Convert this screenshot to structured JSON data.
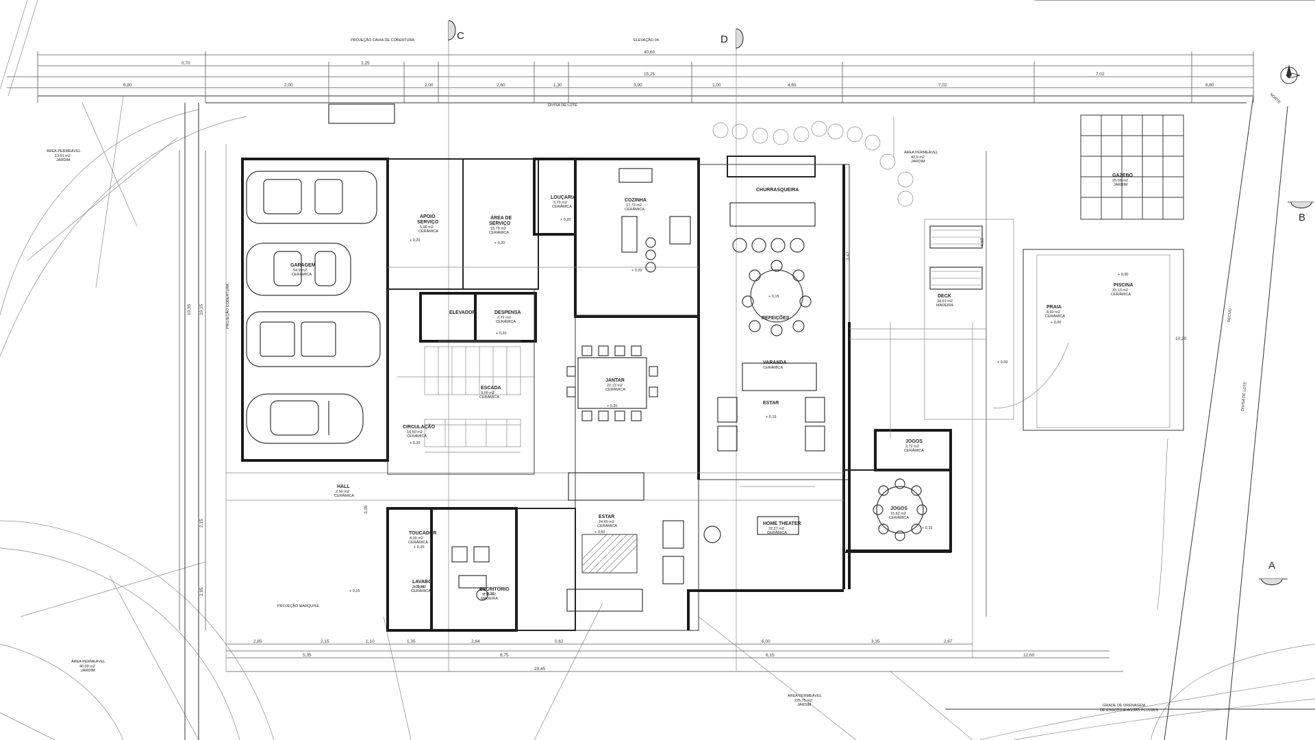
{
  "drawing": {
    "sections": {
      "c": "C",
      "d": "D",
      "a": "A",
      "b": "B"
    },
    "north_label": "NORTE",
    "top_notes": {
      "projection": "PROJEÇÃO CAIXA DE COBERTURA",
      "elevation": "ELEVAÇÃO 04",
      "lot_boundary": "DIVISA DE LOTE"
    },
    "rooms": {
      "garagem": [
        "GARAGEM",
        "54,9 m2",
        "CERÂMICA"
      ],
      "apoio_servico": [
        "APOIO",
        "SERVIÇO",
        "5,90 m2",
        "CERÂMICA"
      ],
      "area_servico": [
        "ÁREA DE",
        "SERVIÇO",
        "15,70 m2",
        "CERÂMICA"
      ],
      "loucaria": [
        "LOUÇARIA",
        "3,70 m2",
        "CERÂMICA"
      ],
      "cozinha": [
        "COZINHA",
        "17,73 m2",
        "CERÂMICA"
      ],
      "churrasqueira": "CHURRASQUEIRA",
      "area_permeavel_top": [
        "ÁREA PERMEÁVEL",
        "42,9 m2",
        "JARDIM"
      ],
      "gazebo": [
        "GAZEBO",
        "25,06 m2",
        "JARDIM"
      ],
      "deck": [
        "DECK",
        "34,91 m2",
        "MADEIRA"
      ],
      "piscina": [
        "PISCINA",
        "33,13 m2",
        "CERÂMICA"
      ],
      "praia": [
        "PRAIA",
        "8,60 m2",
        "CERÂMICA"
      ],
      "elevador": "ELEVADOR",
      "despensa": [
        "DESPENSA",
        "2,72 m2",
        "CERÂMICA"
      ],
      "refeicoes": "REFEIÇÕES",
      "varanda": [
        "VARANDA",
        "CERÂMICA"
      ],
      "jantar": [
        "JANTAR",
        "22,13 m2",
        "CERÂMICA"
      ],
      "estar_main": "ESTAR",
      "escada": [
        "ESCADA",
        "9,00 m2",
        "CERÂMICA"
      ],
      "circulacao": [
        "CIRCULAÇÃO",
        "14,50 m2",
        "CERÂMICA"
      ],
      "jogos_wc": [
        "JOGOS",
        "2,72 m2",
        "CERÂMICA"
      ],
      "jogos": [
        "JOGOS",
        "15,62 m2",
        "CERÂMICA"
      ],
      "home_theater": [
        "HOME THEATER",
        "22,27 m2",
        "CERÂMICA"
      ],
      "estar_lower": [
        "ESTAR",
        "24,60 m2",
        "CERÂMICA"
      ],
      "toucador": [
        "TOUCADOR",
        "4,00 m2",
        "CERÂMICA"
      ],
      "lavabo": [
        "LAVABO",
        "2,00 m2",
        "CERÂMICA"
      ],
      "escritorio": [
        "ESCRITÓRIO",
        "9,15 m2",
        "MADEIRA"
      ],
      "hall": [
        "HALL",
        "2,50 m2",
        "CERÂMICA"
      ],
      "area_permeavel_left": [
        "ÁREA PERMEÁVEL",
        "13,51 m2",
        "JARDIM"
      ],
      "area_permeavel_bottom_left": [
        "ÁREA PERMEÁVEL",
        "40,00 m2",
        "JARDIM"
      ],
      "area_permeavel_bottom": [
        "ÁREA PERMEÁVEL",
        "225,75 m2",
        "JARDIM"
      ]
    },
    "levels": {
      "l1": "+ 0,00",
      "l2": "+ 0,15",
      "l3": "+ 0,20",
      "l4": "+ 0,50"
    },
    "dimensions": {
      "top_total": "40,60",
      "top_row1": [
        "0,70",
        "2,25",
        "15,25",
        "7,02"
      ],
      "top_row2": [
        "6,80",
        "2,00",
        "2,00",
        "2,60",
        "1,30",
        "3,90",
        "1,00",
        "4,65",
        "7,02",
        "6,80"
      ],
      "bottom_total": "29,45",
      "bottom_row1": [
        "2,85",
        "2,15",
        "1,10",
        "1,35",
        "2,84",
        "0,62",
        "6,00",
        "3,35",
        "2,67"
      ],
      "bottom_row2": [
        "5,35",
        "6,75",
        "6,15",
        "12,60"
      ],
      "side_left": [
        "10,35",
        "10,15",
        "2,15",
        "3,05",
        "2,65"
      ],
      "side_right": [
        "4,63",
        "10,20",
        "3,42"
      ]
    },
    "notes": {
      "projection_marquise": "PROJEÇÃO MARQUISE",
      "projection_cobertura": "PROJEÇÃO COBERTURA",
      "lot_boundary_right": "DIVISA DE LOTE",
      "recuo": "RECUO",
      "drainage": [
        "GRADE DE DRENAGEM",
        "DE ESGOTO E ÁGUAS PLUVIAIS"
      ]
    }
  }
}
